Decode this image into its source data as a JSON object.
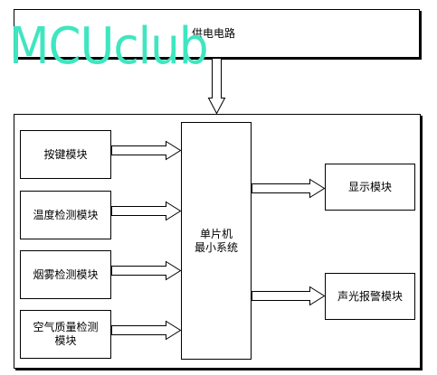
{
  "watermark": "MCUclub",
  "power_supply": "供电电路",
  "mcu": {
    "line1": "单片机",
    "line2": "最小系统"
  },
  "inputs": [
    {
      "label": "按键模块"
    },
    {
      "label": "温度检测模块"
    },
    {
      "label": "烟雾检测模块"
    },
    {
      "label_line1": "空气质量检测",
      "label_line2": "模块"
    }
  ],
  "outputs": [
    {
      "label": "显示模块"
    },
    {
      "label": "声光报警模块"
    }
  ]
}
